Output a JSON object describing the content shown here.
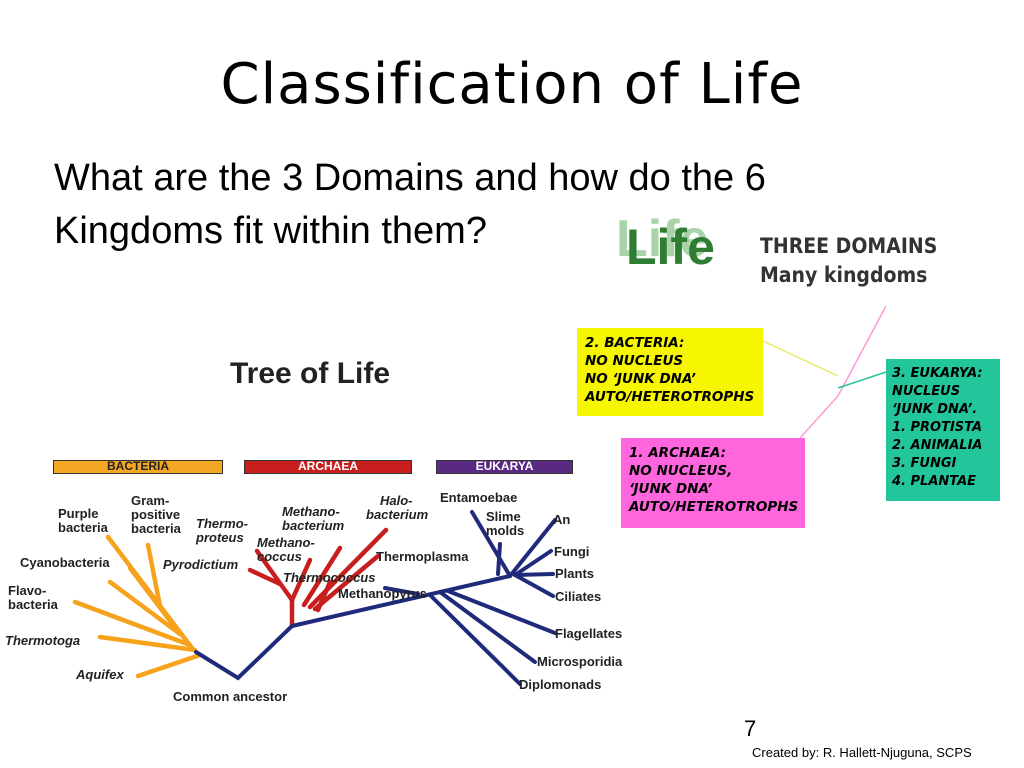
{
  "slide": {
    "title": "Classification of Life",
    "question_line1": "What are the 3 Domains and how do the 6",
    "question_line2": "Kingdoms fit within them?",
    "slide_number": "7",
    "credit": "Created by: R. Hallett-Njuguna, SCPS"
  },
  "domains_figure": {
    "logo": "Life",
    "heading_line1": "THREE DOMAINS",
    "heading_line2": "Many kingdoms",
    "bacteria": {
      "color": "#f6f600",
      "lines": [
        "2. BACTERIA:",
        "NO NUCLEUS",
        "NO ‘JUNK DNA’",
        "AUTO/HETEROTROPHS"
      ]
    },
    "archaea": {
      "color": "#ff66dd",
      "lines": [
        "1. ARCHAEA:",
        "NO NUCLEUS,",
        "‘JUNK DNA’",
        "AUTO/HETEROTROPHS"
      ]
    },
    "eukarya": {
      "color": "#22c69a",
      "lines": [
        "3. EUKARYA:",
        "NUCLEUS",
        "‘JUNK DNA’.",
        "1. PROTISTA",
        "2. ANIMALIA",
        "3. FUNGI",
        "4. PLANTAE"
      ]
    }
  },
  "tree_of_life": {
    "title": "Tree of Life",
    "domain_bars": {
      "bacteria": {
        "label": "BACTERIA",
        "color": "#f5a623"
      },
      "archaea": {
        "label": "ARCHAEA",
        "color": "#c81e1e"
      },
      "eukarya": {
        "label": "EUKARYA",
        "color": "#5a2a82"
      }
    },
    "root_label": "Common ancestor",
    "labels": {
      "purple_bacteria": [
        "Purple",
        "bacteria"
      ],
      "gram_positive": [
        "Gram-",
        "positive",
        "bacteria"
      ],
      "cyanobacteria": "Cyanobacteria",
      "flavobacteria": [
        "Flavo-",
        "bacteria"
      ],
      "thermotoga": "Thermotoga",
      "aquifex": "Aquifex",
      "thermoproteus": [
        "Thermo-",
        "proteus"
      ],
      "pyrodictium": "Pyrodictium",
      "methanobacterium": [
        "Methano-",
        "bacterium"
      ],
      "methanococcus": [
        "Methano-",
        "coccus"
      ],
      "thermococcus": "Thermococcus",
      "halobacterium": [
        "Halo-",
        "bacterium"
      ],
      "thermoplasma": "Thermoplasma",
      "methanopyrus": "Methanopyrus",
      "entamoebae": "Entamoebae",
      "slime_molds": [
        "Slime",
        "molds"
      ],
      "animals": "An",
      "fungi": "Fungi",
      "plants": "Plants",
      "ciliates": "Ciliates",
      "flagellates": "Flagellates",
      "microsporidia": "Microsporidia",
      "diplomonads": "Diplomonads"
    }
  }
}
